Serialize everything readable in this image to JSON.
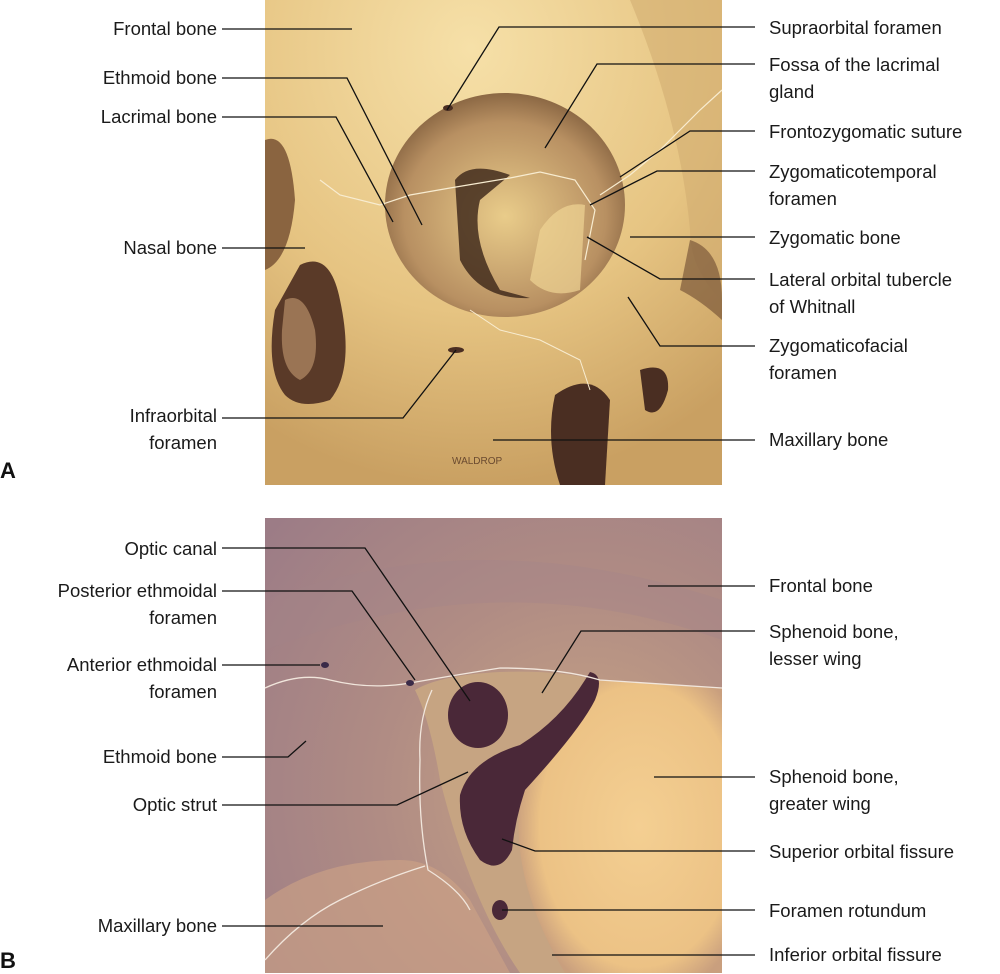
{
  "panel_a": {
    "letter": "A",
    "signature": "WALDROP",
    "left_labels": {
      "frontal_bone": "Frontal bone",
      "ethmoid_bone": "Ethmoid bone",
      "lacrimal_bone": "Lacrimal bone",
      "nasal_bone": "Nasal bone",
      "infraorbital_1": "Infraorbital",
      "infraorbital_2": "foramen"
    },
    "right_labels": {
      "supraorbital": "Supraorbital foramen",
      "fossa_1": "Fossa of the lacrimal",
      "fossa_2": "gland",
      "frontozygomatic": "Frontozygomatic suture",
      "zygomaticotemporal_1": "Zygomaticotemporal",
      "zygomaticotemporal_2": "foramen",
      "zygomatic_bone": "Zygomatic bone",
      "tubercle_1": "Lateral orbital tubercle",
      "tubercle_2": "of Whitnall",
      "zygomaticofacial_1": "Zygomaticofacial",
      "zygomaticofacial_2": "foramen",
      "maxillary_bone": "Maxillary bone"
    }
  },
  "panel_b": {
    "letter": "B",
    "left_labels": {
      "optic_canal": "Optic canal",
      "posterior_1": "Posterior ethmoidal",
      "posterior_2": "foramen",
      "anterior_1": "Anterior ethmoidal",
      "anterior_2": "foramen",
      "ethmoid_bone": "Ethmoid bone",
      "optic_strut": "Optic strut",
      "maxillary_bone": "Maxillary bone"
    },
    "right_labels": {
      "frontal_bone": "Frontal bone",
      "lesser_1": "Sphenoid bone,",
      "lesser_2": "lesser wing",
      "greater_1": "Sphenoid bone,",
      "greater_2": "greater wing",
      "superior_orbital_fissure": "Superior orbital fissure",
      "foramen_rotundum": "Foramen rotundum",
      "inferior_orbital_fissure": "Inferior orbital fissure"
    }
  }
}
